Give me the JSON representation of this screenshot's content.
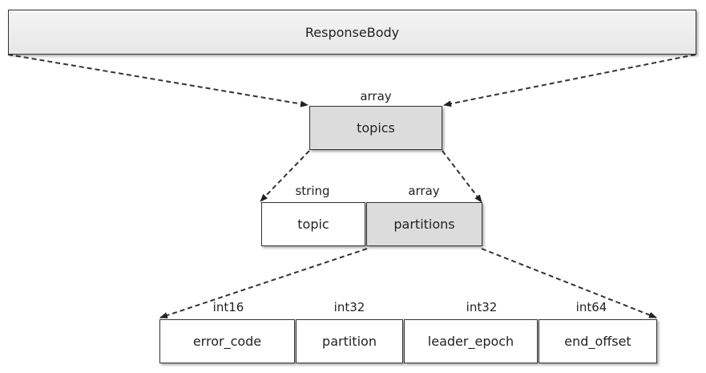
{
  "root": {
    "label": "ResponseBody"
  },
  "topics": {
    "label": "topics",
    "type": "array"
  },
  "topic": {
    "label": "topic",
    "type": "string"
  },
  "partitions": {
    "label": "partitions",
    "type": "array"
  },
  "fields": [
    {
      "label": "error_code",
      "type": "int16"
    },
    {
      "label": "partition",
      "type": "int32"
    },
    {
      "label": "leader_epoch",
      "type": "int32"
    },
    {
      "label": "end_offset",
      "type": "int64"
    }
  ],
  "colors": {
    "line": "#333333",
    "gray_fill": "#dcdcdc",
    "white_fill": "#ffffff"
  }
}
